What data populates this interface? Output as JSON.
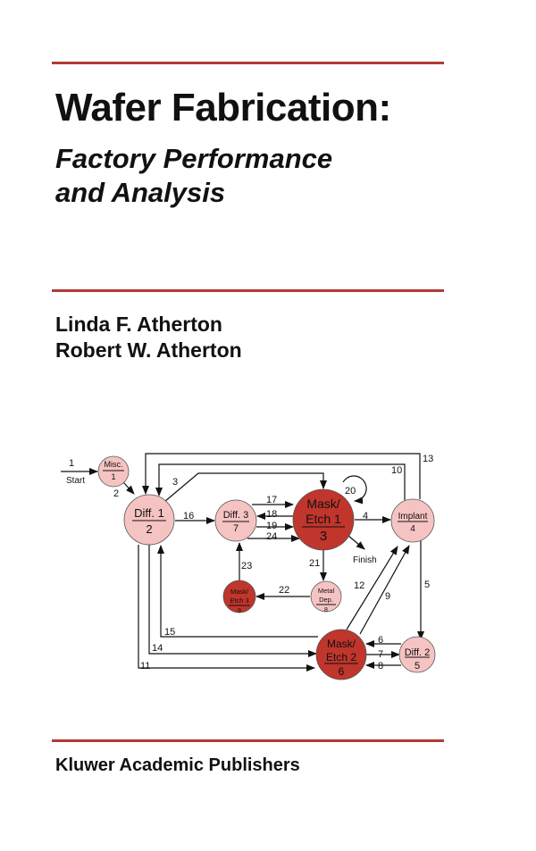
{
  "title": "Wafer Fabrication:",
  "subtitle_line1": "Factory Performance",
  "subtitle_line2": "and Analysis",
  "authors": [
    "Linda F. Atherton",
    "Robert W. Atherton"
  ],
  "publisher": "Kluwer Academic Publishers",
  "colors": {
    "rule": "#b23a36",
    "dark_node": "#c0352c",
    "light_node": "#f6c3c3"
  },
  "diagram": {
    "nodes": [
      {
        "name": "Misc.",
        "id": "1"
      },
      {
        "name": "Diff. 1",
        "id": "2"
      },
      {
        "name": "Mask/ Etch 1",
        "line1": "Mask/",
        "line2": "Etch 1",
        "id": "3"
      },
      {
        "name": "Implant",
        "id": "4"
      },
      {
        "name": "Diff. 2",
        "id": "5"
      },
      {
        "name": "Mask/ Etch 2",
        "line1": "Mask/",
        "line2": "Etch 2",
        "id": "6"
      },
      {
        "name": "Diff. 3",
        "id": "7"
      },
      {
        "name": "Metal Dep.",
        "line1": "Metal",
        "line2": "Dep.",
        "id": "8"
      },
      {
        "name": "Mask/ Etch 3",
        "line1": "Mask/",
        "line2": "Etch 3",
        "id": "9"
      }
    ],
    "start_label": "Start",
    "finish_label": "Finish",
    "edges": [
      "1",
      "2",
      "3",
      "4",
      "5",
      "6",
      "7",
      "8",
      "9",
      "10",
      "11",
      "12",
      "13",
      "14",
      "15",
      "16",
      "17",
      "18",
      "19",
      "20",
      "21",
      "22",
      "23",
      "24"
    ]
  }
}
